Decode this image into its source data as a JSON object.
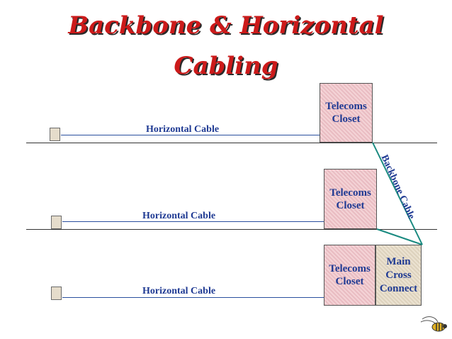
{
  "title": {
    "line1": "Backbone & Horizontal",
    "line2": "Cabling"
  },
  "floors": [
    {
      "closet": [
        "Telecoms",
        "Closet"
      ],
      "cable_label": "Horizontal Cable"
    },
    {
      "closet": [
        "Telecoms",
        "Closet"
      ],
      "cable_label": "Horizontal Cable"
    },
    {
      "closet": [
        "Telecoms",
        "Closet"
      ],
      "cable_label": "Horizontal Cable"
    }
  ],
  "main_cross_connect": [
    "Main",
    "Cross",
    "Connect"
  ],
  "backbone_label": "Backbone Cable",
  "colors": {
    "title": "#cc1a1a",
    "label_text": "#1f3a93",
    "backbone_line": "#1a8a80",
    "closet_fill": "#efc6ca",
    "mcc_fill": "#e4dac7"
  },
  "logo_icon": "bee-logo-icon"
}
